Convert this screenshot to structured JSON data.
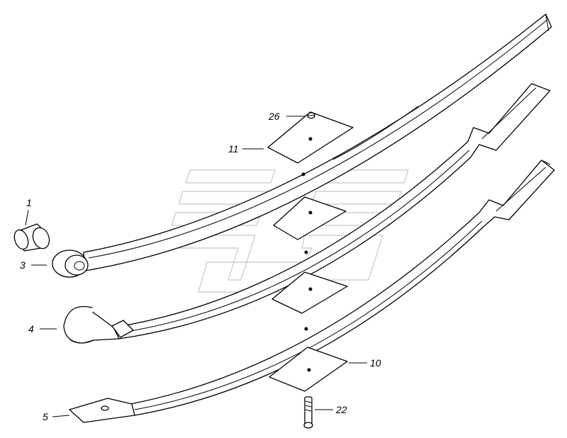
{
  "diagram": {
    "type": "exploded-parts-view",
    "callouts": [
      {
        "id": "c1",
        "label": "1"
      },
      {
        "id": "c3",
        "label": "3"
      },
      {
        "id": "c4",
        "label": "4"
      },
      {
        "id": "c5",
        "label": "5"
      },
      {
        "id": "c10",
        "label": "10"
      },
      {
        "id": "c11",
        "label": "11"
      },
      {
        "id": "c22",
        "label": "22"
      },
      {
        "id": "c26",
        "label": "26"
      }
    ]
  }
}
